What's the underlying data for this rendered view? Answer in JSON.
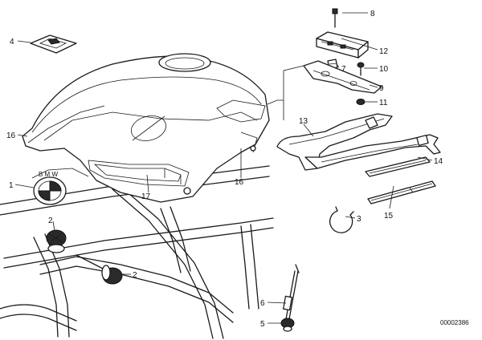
{
  "labels": {
    "p1": "1",
    "p2a": "2",
    "p2b": "2",
    "p3": "3",
    "p4": "4",
    "p5": "5",
    "p6": "6",
    "p7": "7",
    "p8": "8",
    "p9": "9",
    "p10": "10",
    "p11": "11",
    "p12": "12",
    "p13": "13",
    "p14": "14",
    "p15": "15",
    "p16a": "16",
    "p16b": "16",
    "p17": "17"
  },
  "diagram_code": "00002386"
}
